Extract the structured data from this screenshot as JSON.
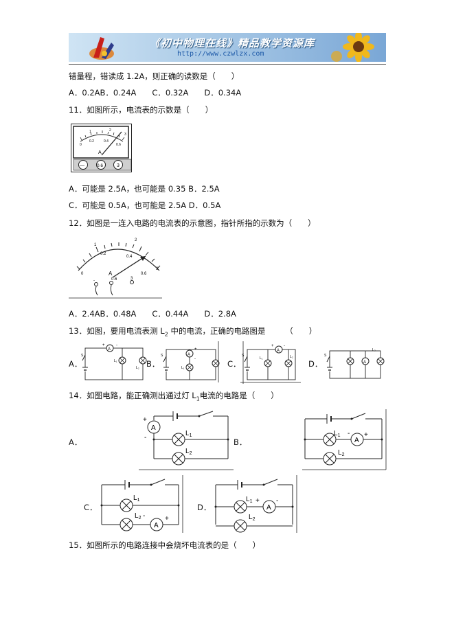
{
  "header": {
    "title": "《初中物理在线》精品教学资源库",
    "url": "http://www.czwlzx.com"
  },
  "q10": {
    "text_cont": "错量程，错读成 1.2A，则正确的读数是（　　）",
    "options": "A．0.2AB．0.24A　　C．0.32A　　D．0.34A"
  },
  "q11": {
    "text": "11．如图所示，电流表的示数是（　　）",
    "figure": {
      "ticks": [
        "0",
        "0.2",
        "0.4",
        "0.6",
        "1",
        "2",
        "3"
      ],
      "unit": "A",
      "terminals": [
        "—",
        "0.6",
        "3"
      ]
    },
    "opt1": "A．可能是 2.5A，也可能是 0.35 B．2.5A",
    "opt2": "C．可能是 0.5A，也可能是 2.5A D．0.5A"
  },
  "q12": {
    "text": "12．如图是一连入电路的电流表的示意图，指针所指的示数为（　　）",
    "figure": {
      "ticks": [
        "0",
        "1",
        "0.2",
        "2",
        "0.4",
        "3",
        "0.6"
      ],
      "unit": "A",
      "terminals": [
        "-",
        "0.6",
        "3"
      ]
    },
    "options": "A．2.4AB．0.48A　　C．0.44A　　D．2.8A"
  },
  "q13": {
    "text_a": "13．如图，要用电流表测 L",
    "text_sub": "2",
    "text_b": " 中的电流，正确的电路图是　　　（　　）",
    "labels": [
      "A．",
      "B．",
      "C．",
      "D．"
    ],
    "symbols": {
      "plus": "+",
      "minus": "-",
      "s": "S",
      "meter": "A",
      "l1": "L₁",
      "l2": "L₂"
    }
  },
  "q14": {
    "text_a": "14．如图电路，能正确测出通过灯 L",
    "text_sub": "1",
    "text_b": "电流的电路是（　　）",
    "labels": [
      "A．",
      "B．",
      "C．",
      "D．"
    ],
    "symbols": {
      "plus": "+",
      "minus": "-",
      "meter": "A",
      "l1": "L",
      "l2": "L",
      "sub1": "1",
      "sub2": "2"
    }
  },
  "q15": {
    "text": "15．如图所示的电路连接中会烧坏电流表的是（　　）"
  }
}
